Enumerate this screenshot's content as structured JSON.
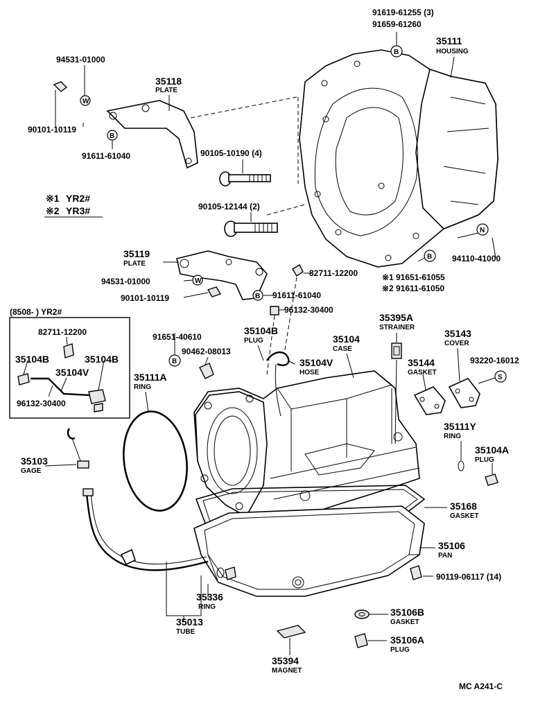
{
  "diagram": {
    "footer_code": "MC  A241-C",
    "symbols": {
      "B": "B",
      "W": "W",
      "N": "N",
      "S": "S"
    },
    "notes": {
      "note1_mark": "※1",
      "note1_text": "YR2#",
      "note2_mark": "※2",
      "note2_text": "YR3#"
    },
    "inset": {
      "title": "(8508-        ) YR2#",
      "part1": "82711-12200",
      "part2": "35104B",
      "part3": "35104B",
      "part4": "35104V",
      "part5": "96132-30400"
    },
    "parts": {
      "p_91619": "91619-61255 (3)",
      "p_91659": "91659-61260",
      "p_35111": "35111",
      "p_35111_name": "HOUSING",
      "p_94531a": "94531-01000",
      "p_35118": "35118",
      "p_35118_name": "PLATE",
      "p_90101a": "90101-10119",
      "p_91611a": "91611-61040",
      "p_90105a": "90105-10190 (4)",
      "p_90105b": "90105-12144 (2)",
      "p_35119": "35119",
      "p_35119_name": "PLATE",
      "p_94531b": "94531-01000",
      "p_90101b": "90101-10119",
      "p_82711": "82711-12200",
      "p_91611b": "91611-61040",
      "p_96132": "96132-30400",
      "p_91651a": "91651-61055",
      "p_91611c": "91611-61050",
      "p_94110": "94110-41000",
      "p_35395A": "35395A",
      "p_35395A_name": "STRAINER",
      "p_35104B": "35104B",
      "p_35104B_name": "PLUG",
      "p_35104": "35104",
      "p_35104_name": "CASE",
      "p_91651b": "91651-40610",
      "p_90462": "90462-08013",
      "p_35104V": "35104V",
      "p_35104V_name": "HOSE",
      "p_35143": "35143",
      "p_35143_name": "COVER",
      "p_35144": "35144",
      "p_35144_name": "GASKET",
      "p_93220": "93220-16012",
      "p_35111A": "35111A",
      "p_35111A_name": "RING",
      "p_35111Y": "35111Y",
      "p_35111Y_name": "RING",
      "p_35104A": "35104A",
      "p_35104A_name": "PLUG",
      "p_35103": "35103",
      "p_35103_name": "GAGE",
      "p_35168": "35168",
      "p_35168_name": "GASKET",
      "p_35106": "35106",
      "p_35106_name": "PAN",
      "p_90119": "90119-06117 (14)",
      "p_35336": "35336",
      "p_35336_name": "RING",
      "p_35013": "35013",
      "p_35013_name": "TUBE",
      "p_35106B": "35106B",
      "p_35106B_name": "GASKET",
      "p_35106A": "35106A",
      "p_35106A_name": "PLUG",
      "p_35394": "35394",
      "p_35394_name": "MAGNET"
    }
  }
}
